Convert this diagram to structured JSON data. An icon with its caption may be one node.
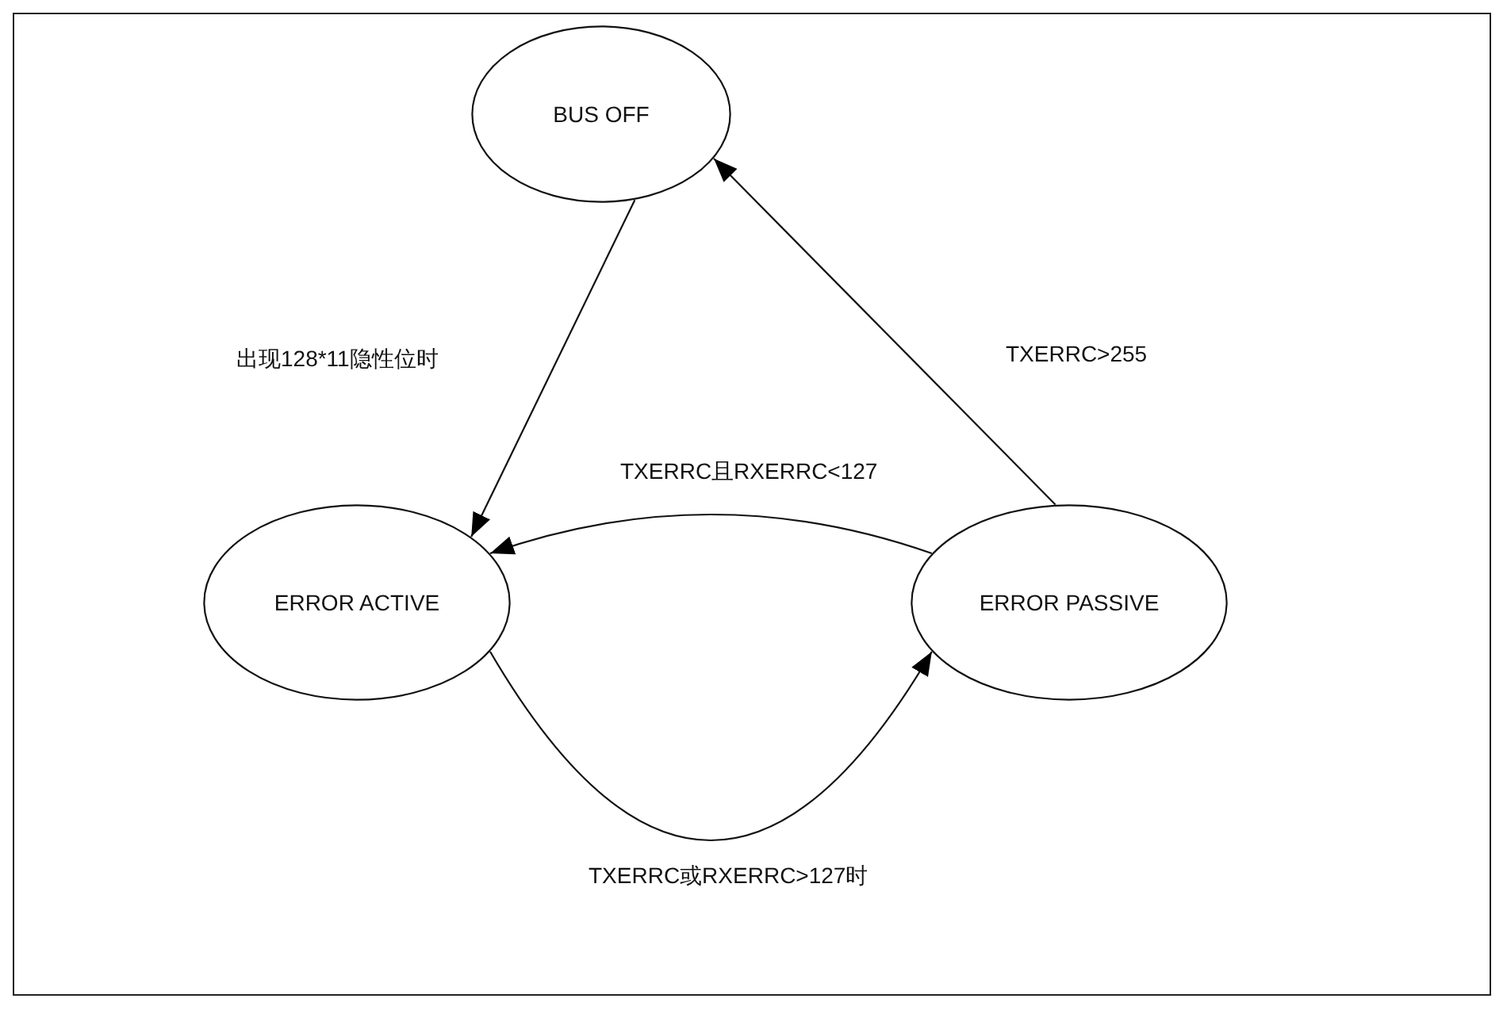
{
  "diagram": {
    "nodes": [
      {
        "text": [
          "BUS OFF"
        ]
      },
      {
        "text": [
          "ERROR ACTIVE"
        ]
      },
      {
        "text": [
          "ERROR PASSIVE"
        ]
      }
    ],
    "edges": [
      {
        "from": 0,
        "to": 1,
        "arrow": "to",
        "label": "出现128*11隐性位时"
      },
      {
        "from": 2,
        "to": 0,
        "arrow": "to",
        "label": "TXERRC>255"
      },
      {
        "from": 2,
        "to": 1,
        "arrow": "to",
        "label": "TXERRC且RXERRC<127"
      },
      {
        "from": 1,
        "to": 2,
        "arrow": "to",
        "label": "TXERRC或RXERRC>127时"
      }
    ]
  }
}
